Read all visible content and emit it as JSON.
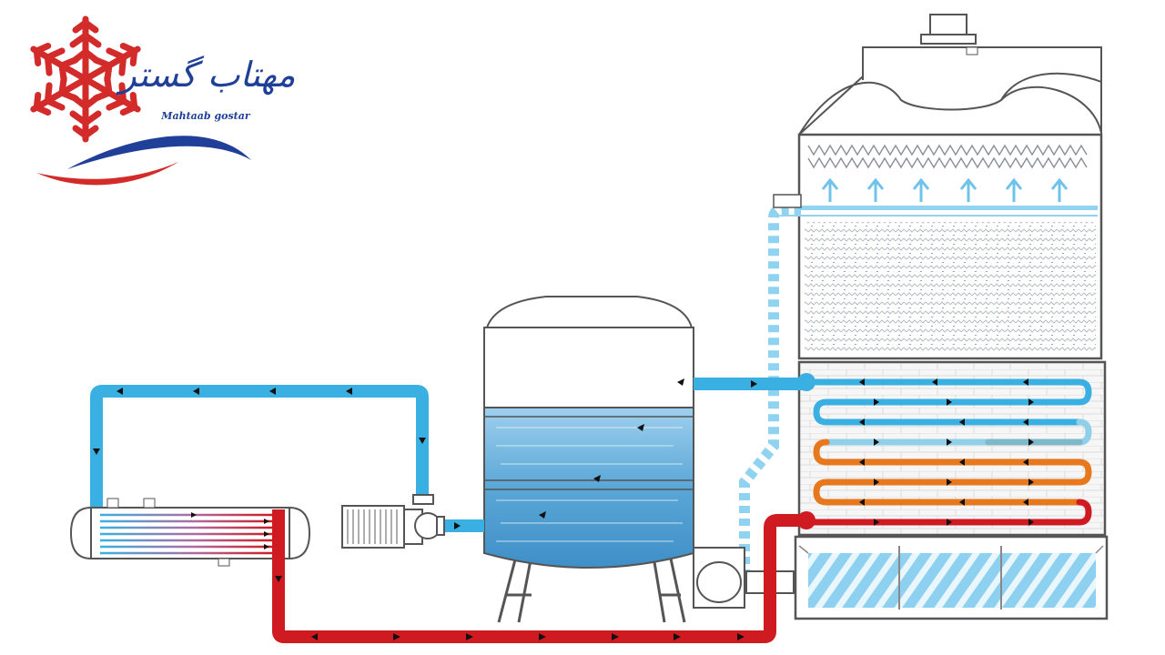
{
  "logo": {
    "name_fa": "مهتاب گستر",
    "name_en": "Mahtaab gostar",
    "colors": {
      "red": "#d32a2a",
      "blue": "#1f3f99"
    }
  },
  "palette": {
    "cold": "#3ab0e2",
    "cold_light": "#8fd3f0",
    "hot": "#d01a22",
    "warm": "#e8781e",
    "water": "#5aa7d6",
    "outline": "#555555"
  },
  "components": [
    "logo",
    "heat-exchanger",
    "pump",
    "storage-tank",
    "cooling-tower",
    "spray-pump"
  ],
  "icons": [
    "snowflake-icon",
    "flow-arrow-icon",
    "fan-icon"
  ]
}
